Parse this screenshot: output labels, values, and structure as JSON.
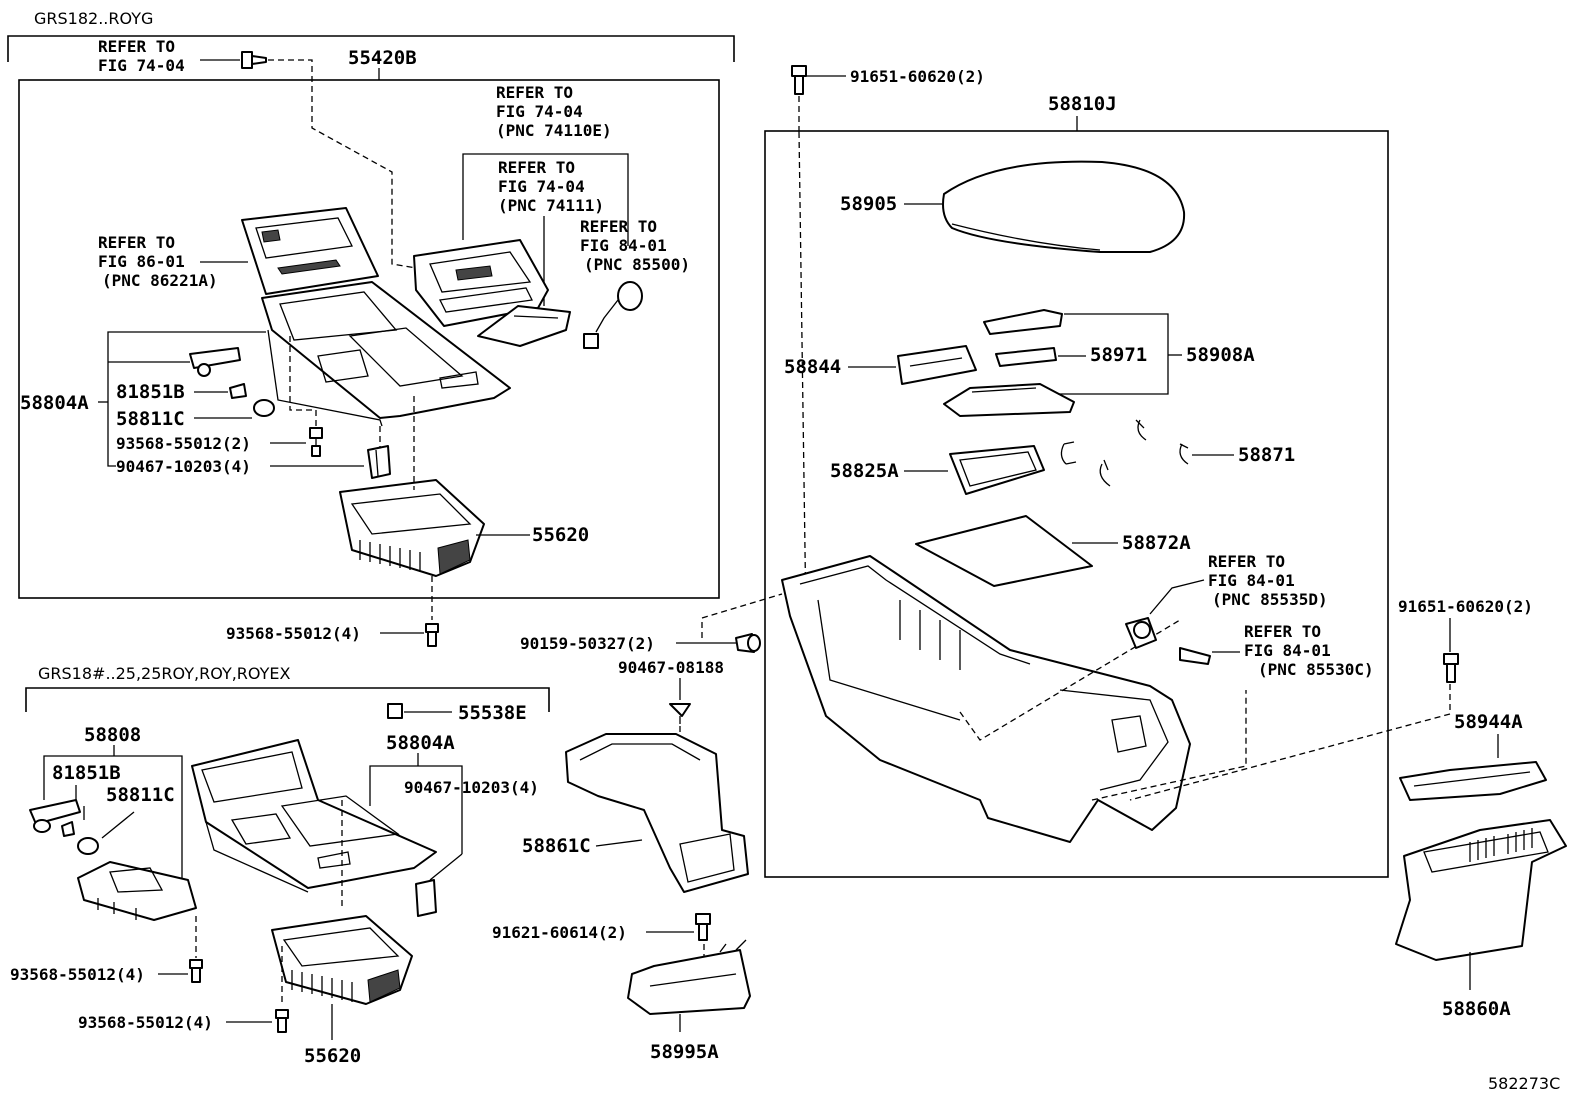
{
  "diagram_code": "582273C",
  "sections": {
    "upper": "GRS182..ROYG",
    "lower": "GRS18#..25,25ROY,ROY,ROYEX"
  },
  "refs": {
    "r1": [
      "REFER TO",
      "FIG 74-04"
    ],
    "r2": [
      "REFER TO",
      "FIG 74-04",
      "(PNC 74110E)"
    ],
    "r3": [
      "REFER TO",
      "FIG 74-04",
      "(PNC 74111)"
    ],
    "r4": [
      "REFER TO",
      "FIG 84-01",
      "(PNC 85500)"
    ],
    "r5": [
      "REFER TO",
      "FIG 86-01",
      "(PNC 86221A)"
    ],
    "r6": [
      "REFER TO",
      "FIG 84-01",
      "(PNC 85535D)"
    ],
    "r7": [
      "REFER TO",
      "FIG 84-01",
      "(PNC 85530C)"
    ]
  },
  "parts": {
    "p55420B": "55420B",
    "p58804A_u": "58804A",
    "p81851B_u": "81851B",
    "p58811C_u": "58811C",
    "p93568_a": "93568-55012(2)",
    "p90467_a": "90467-10203(4)",
    "p55620_u": "55620",
    "p93568_b": "93568-55012(4)",
    "p91651_a": "91651-60620(2)",
    "p58810J": "58810J",
    "p58905": "58905",
    "p58844": "58844",
    "p58971": "58971",
    "p58908A": "58908A",
    "p58825A": "58825A",
    "p58871": "58871",
    "p58872A": "58872A",
    "p90159": "90159-50327(2)",
    "p90467_b": "90467-08188",
    "p58861C": "58861C",
    "p91621": "91621-60614(2)",
    "p58995A": "58995A",
    "p91651_b": "91651-60620(2)",
    "p58944A": "58944A",
    "p58860A": "58860A",
    "p58808": "58808",
    "p81851B_l": "81851B",
    "p58811C_l": "58811C",
    "p55538E": "55538E",
    "p58804A_l": "58804A",
    "p90467_c": "90467-10203(4)",
    "p93568_c": "93568-55012(4)",
    "p93568_d": "93568-55012(4)",
    "p55620_l": "55620"
  }
}
